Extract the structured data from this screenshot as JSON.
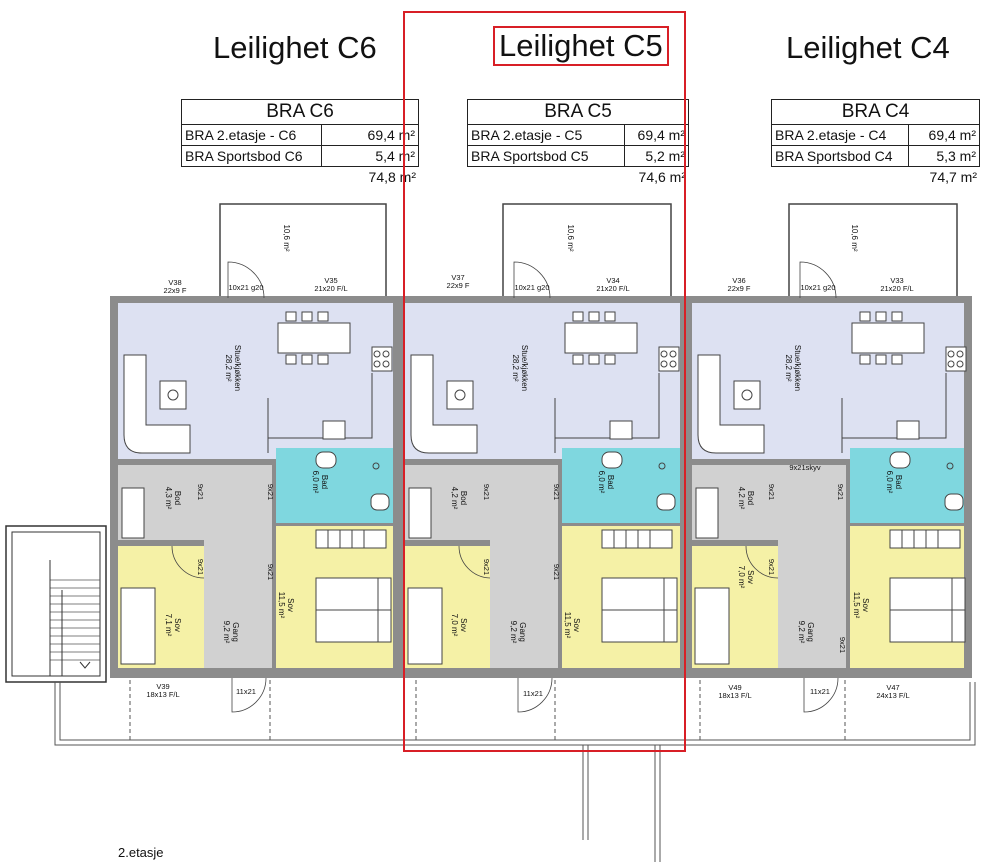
{
  "floor_label": "2.etasje",
  "selected_unit": "Leilighet C5",
  "colors": {
    "selection": "#d81f26",
    "living": "#dde1f2",
    "bath": "#7fd7df",
    "bedroom": "#f5f1a6",
    "corridor": "#d1d1d1",
    "wall": "#8c8c8c"
  },
  "units": [
    {
      "title": "Leilighet C6",
      "area_table": {
        "heading": "BRA C6",
        "rows": [
          {
            "label": "BRA  2.etasje - C6",
            "value": "69,4 m²"
          },
          {
            "label": "BRA Sportsbod C6",
            "value": "5,4 m²"
          }
        ],
        "total": "74,8 m²"
      },
      "balcony_area": "10,6 m²",
      "rooms": {
        "living": {
          "name": "Stue/kjøkken",
          "area": "28,2 m²"
        },
        "bath": {
          "name": "Bad",
          "area": "6,0 m²"
        },
        "storage": {
          "name": "Bod",
          "area": "4,3 m²"
        },
        "bedroom_small": {
          "name": "Sov",
          "area": "7,1 m²"
        },
        "hall": {
          "name": "Gang",
          "area": "9,2 m²"
        },
        "bedroom_large": {
          "name": "Sov",
          "area": "11,5 m²"
        }
      },
      "windows": {
        "top_left": {
          "id": "V38",
          "size": "22x9 F"
        },
        "door_top": "10x21 g20",
        "top_right": {
          "id": "V35",
          "size": "21x20 F/L"
        },
        "bottom": {
          "id": "V39",
          "size": "18x13 F/L"
        },
        "entry_door": "11x21"
      },
      "doors": [
        "9x21",
        "9x21",
        "9x21",
        "9x21"
      ]
    },
    {
      "title": "Leilighet C5",
      "area_table": {
        "heading": "BRA C5",
        "rows": [
          {
            "label": "BRA  2.etasje - C5",
            "value": "69,4 m²"
          },
          {
            "label": "BRA Sportsbod C5",
            "value": "5,2 m²"
          }
        ],
        "total": "74,6 m²"
      },
      "balcony_area": "10,6 m²",
      "rooms": {
        "living": {
          "name": "Stue/kjøkken",
          "area": "28,2 m²"
        },
        "bath": {
          "name": "Bad",
          "area": "6,0 m²"
        },
        "storage": {
          "name": "Bod",
          "area": "4,2 m²"
        },
        "bedroom_small": {
          "name": "Sov",
          "area": "7,0 m²"
        },
        "hall": {
          "name": "Gang",
          "area": "9,2 m²"
        },
        "bedroom_large": {
          "name": "Sov",
          "area": "11,5 m²"
        }
      },
      "windows": {
        "top_left": {
          "id": "V37",
          "size": "22x9 F"
        },
        "door_top": "10x21 g20",
        "top_right": {
          "id": "V34",
          "size": "21x20 F/L"
        },
        "entry_door": "11x21"
      },
      "doors": [
        "9x21",
        "9x21",
        "9x21",
        "9x21"
      ]
    },
    {
      "title": "Leilighet C4",
      "area_table": {
        "heading": "BRA C4",
        "rows": [
          {
            "label": "BRA  2.etasje - C4",
            "value": "69,4 m²"
          },
          {
            "label": "BRA Sportsbod C4",
            "value": "5,3 m²"
          }
        ],
        "total": "74,7 m²"
      },
      "balcony_area": "10,6 m²",
      "rooms": {
        "living": {
          "name": "Stue/kjøkken",
          "area": "28,2 m²"
        },
        "bath": {
          "name": "Bad",
          "area": "6,0 m²"
        },
        "storage": {
          "name": "Bod",
          "area": "4,2 m²"
        },
        "bedroom_small": {
          "name": "Sov",
          "area": "7,0 m²"
        },
        "hall": {
          "name": "Gang",
          "area": "9,2 m²"
        },
        "bedroom_large": {
          "name": "Sov",
          "area": "11,5 m²"
        }
      },
      "windows": {
        "top_left": {
          "id": "V36",
          "size": "22x9 F"
        },
        "door_top": "10x21 g20",
        "top_right": {
          "id": "V33",
          "size": "21x20 F/L"
        },
        "bottom_left": {
          "id": "V49",
          "size": "18x13 F/L"
        },
        "bottom_right": {
          "id": "V47",
          "size": "24x13 F/L"
        },
        "entry_door": "11x21",
        "sliding": "9x21skyv"
      },
      "doors": [
        "9x21",
        "9x21",
        "9x21",
        "9x21"
      ]
    }
  ]
}
